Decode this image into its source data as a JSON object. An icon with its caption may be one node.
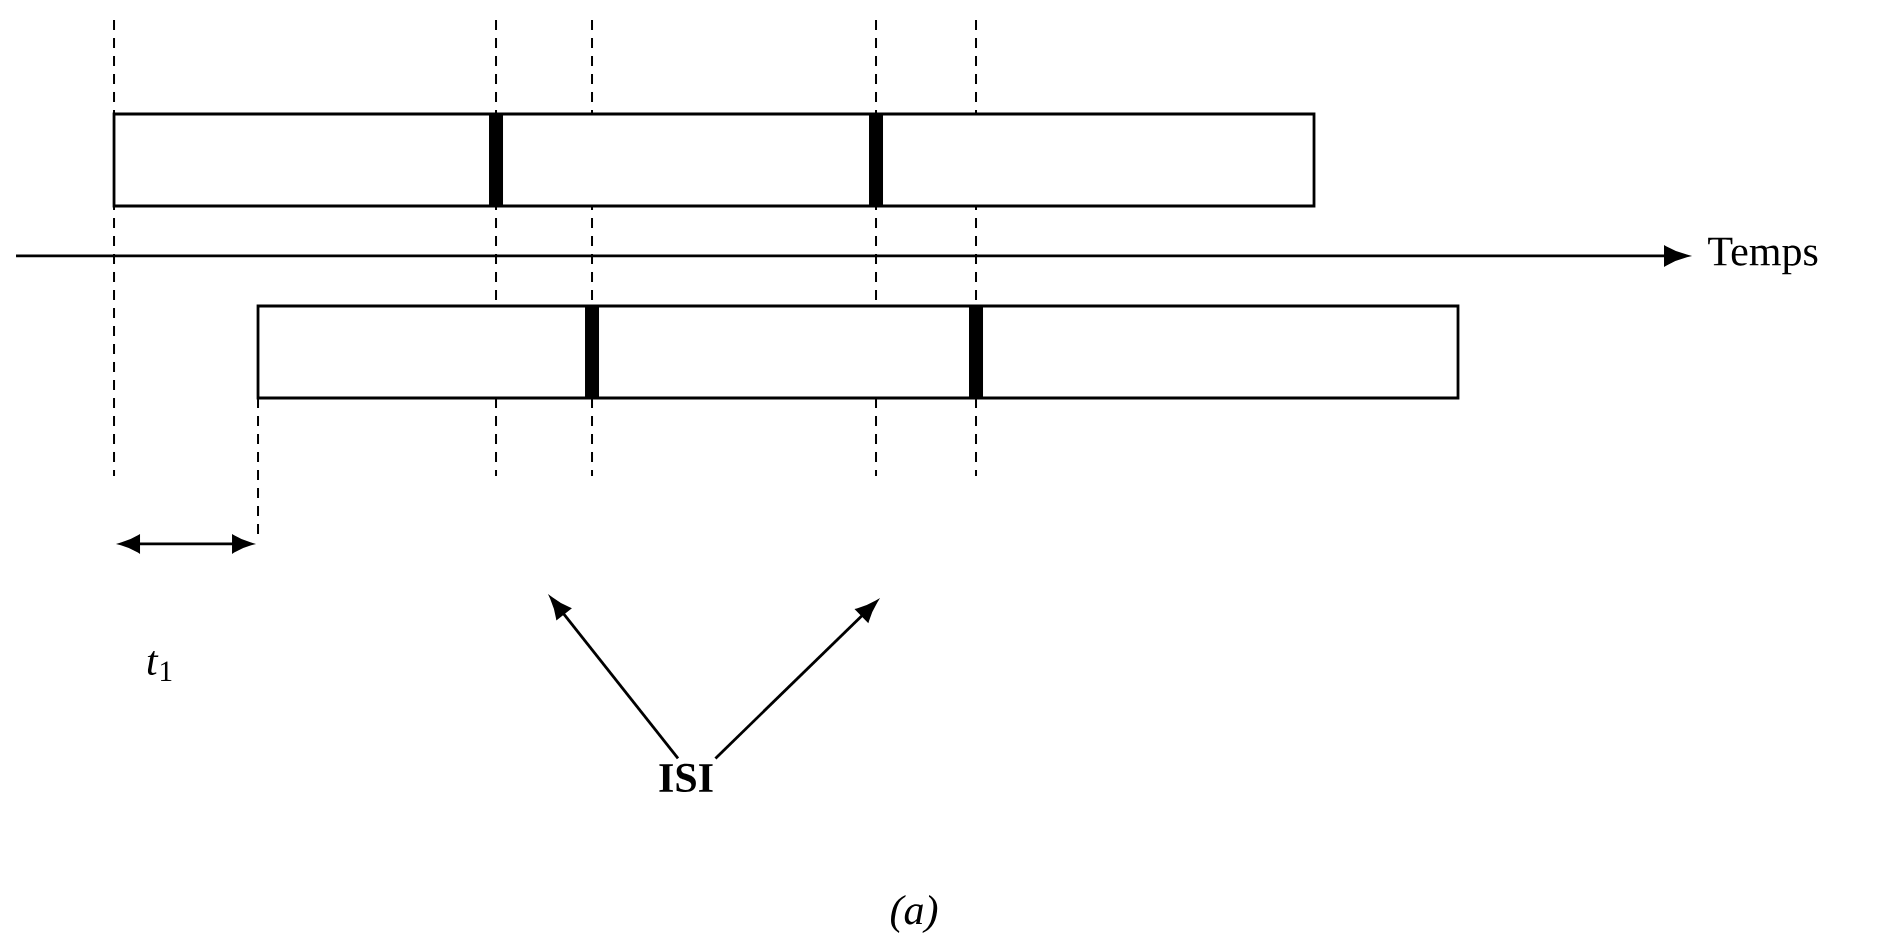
{
  "diagram": {
    "caption": "(a)",
    "nodes": [
      {
        "text": [],
        "shape": "bar"
      },
      {
        "text": [],
        "shape": "bar"
      },
      {
        "text": [
          "ISI"
        ]
      }
    ],
    "edges": [
      {
        "from": 2,
        "to": null,
        "arrow": "to"
      },
      {
        "from": 2,
        "to": null,
        "arrow": "to"
      }
    ],
    "labels": [
      "Temps",
      "*t*$_{1}$"
    ]
  }
}
